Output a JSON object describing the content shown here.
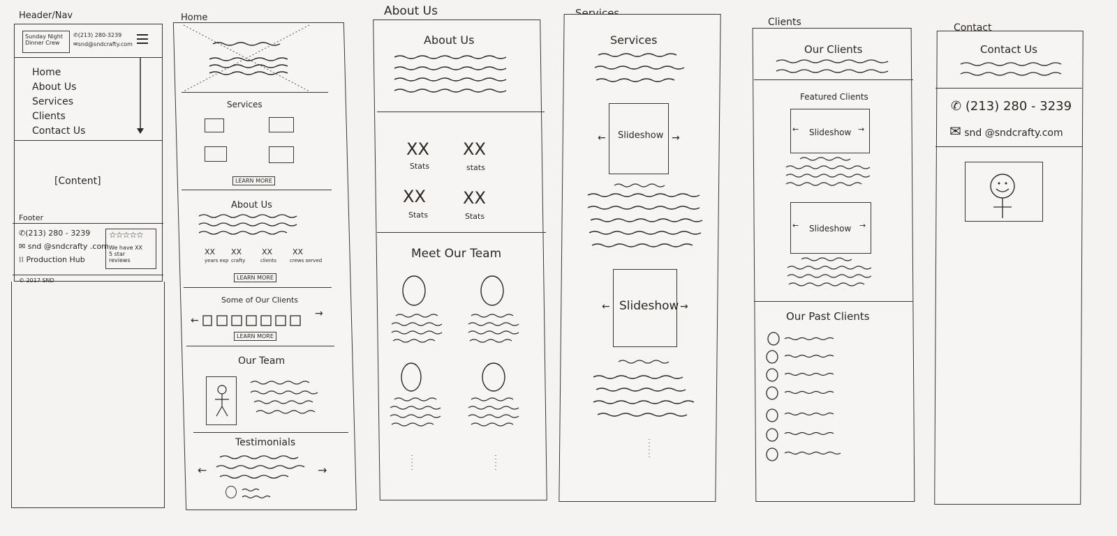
{
  "columns": {
    "header_nav": {
      "title": "Header/Nav",
      "logo_text": "Sunday Night Dinner Crew",
      "phone_small": "(213) 280-3239",
      "email_small": "snd@sndcrafty.com",
      "menu_items": [
        "Home",
        "About Us",
        "Services",
        "Clients",
        "Contact Us"
      ],
      "content_label": "[Content]",
      "footer_title": "Footer",
      "footer_phone": "(213) 280 - 3239",
      "footer_email": "snd @sndcrafty .com",
      "footer_link": "Production Hub",
      "review_line1": "We have XX",
      "review_line2": "5 star",
      "review_line3": "reviews",
      "copyright": "© 2017 SND"
    },
    "home": {
      "title": "Home",
      "services_heading": "Services",
      "learn_more": "LEARN MORE",
      "about_heading": "About Us",
      "stats": [
        {
          "value": "XX",
          "label": "years exp"
        },
        {
          "value": "XX",
          "label": "crafty"
        },
        {
          "value": "XX",
          "label": "clients"
        },
        {
          "value": "XX",
          "label": "crews served"
        }
      ],
      "clients_heading": "Some of Our Clients",
      "team_heading": "Our Team",
      "testimonials_heading": "Testimonials"
    },
    "about": {
      "title": "About Us",
      "heading": "About Us",
      "stats": [
        {
          "value": "XX",
          "label": "Stats"
        },
        {
          "value": "XX",
          "label": "stats"
        },
        {
          "value": "XX",
          "label": "Stats"
        },
        {
          "value": "XX",
          "label": "Stats"
        }
      ],
      "team_heading": "Meet Our Team"
    },
    "services": {
      "title": "Services",
      "heading": "Services",
      "slideshow_label": "Slideshow",
      "slideshow_label_2": "Slideshow"
    },
    "clients": {
      "title": "Clients",
      "heading": "Our Clients",
      "featured_heading": "Featured Clients",
      "slideshow_label": "Slideshow",
      "slideshow_label_2": "Slideshow",
      "past_heading": "Our Past Clients"
    },
    "contact": {
      "title": "Contact",
      "heading": "Contact Us",
      "phone": "(213) 280 - 3239",
      "email": "snd @sndcrafty.com"
    }
  },
  "icons": [
    "phone-icon",
    "mail-icon",
    "hamburger-icon",
    "grid-icon",
    "star-icon",
    "arrow-left-icon",
    "arrow-right-icon",
    "person-icon"
  ],
  "colors": {
    "paper": "#f4f3f1",
    "ink": "#2a2623"
  }
}
